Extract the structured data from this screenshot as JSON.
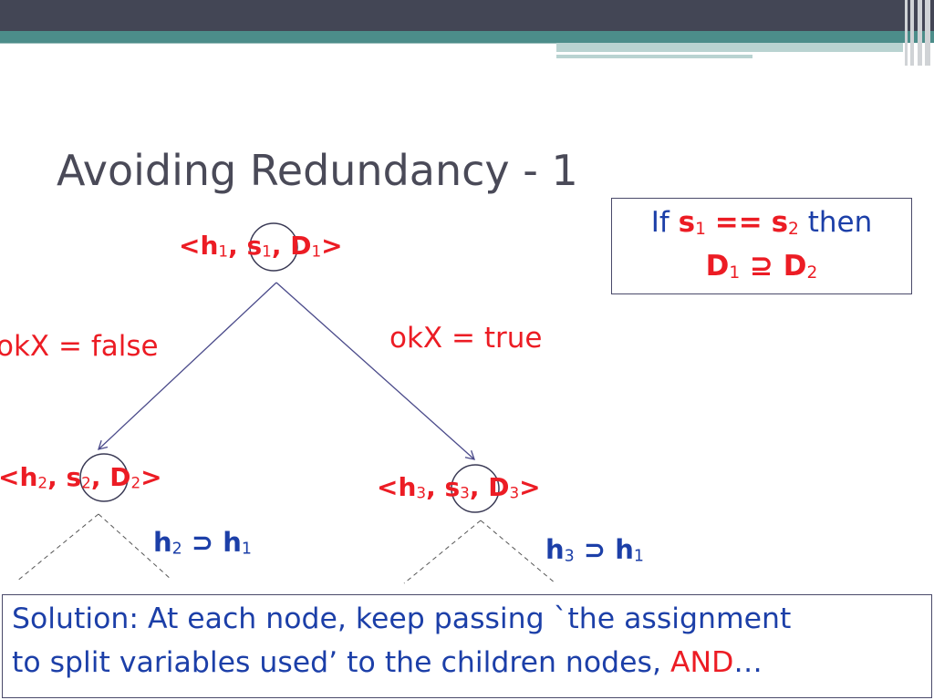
{
  "slide": {
    "title": "Avoiding Redundancy - 1"
  },
  "tree": {
    "root": {
      "h": "h",
      "h_sub": "1",
      "s": "s",
      "s_sub": "1",
      "D": "D",
      "D_sub": "1"
    },
    "left": {
      "h": "h",
      "h_sub": "2",
      "s": "s",
      "s_sub": "2",
      "D": "D",
      "D_sub": "2"
    },
    "right": {
      "h": "h",
      "h_sub": "3",
      "s": "s",
      "s_sub": "3",
      "D": "D",
      "D_sub": "3"
    },
    "edge_left_label": "okX = false",
    "edge_right_label": "okX = true",
    "left_implication": {
      "a": "h",
      "a_sub": "2",
      "op": "⊃",
      "b": "h",
      "b_sub": "1"
    },
    "right_implication": {
      "a": "h",
      "a_sub": "3",
      "op": "⊃",
      "b": "h",
      "b_sub": "1"
    }
  },
  "condition_box": {
    "if_word": "If",
    "s1": "s",
    "s1_sub": "1",
    "eq": "==",
    "s2": "s",
    "s2_sub": "2",
    "then_word": "then",
    "d1": "D",
    "d1_sub": "1",
    "op": "⊇",
    "d2": "D",
    "d2_sub": "2"
  },
  "solution_box": {
    "line1": "Solution: At each node, keep passing `the assignment",
    "line2_start": "to split variables used’ to the children nodes,",
    "line2_and": "AND",
    "line2_end": "…"
  },
  "colors": {
    "red": "#ec1c24",
    "blue": "#1c3fa8",
    "title": "#4a4a58",
    "topbar": "#434655",
    "teal": "#4c8d8a"
  }
}
